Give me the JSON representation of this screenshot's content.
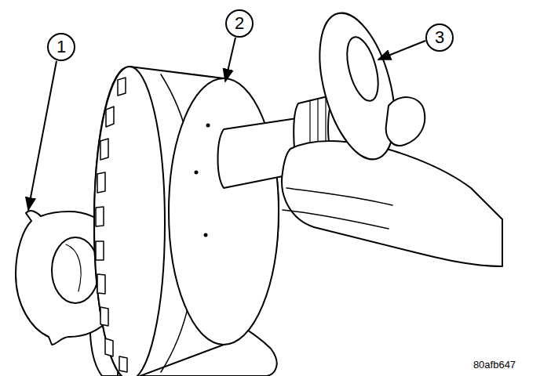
{
  "diagram": {
    "labels": [
      "1",
      "2",
      "3",
      "80afb647"
    ]
  }
}
